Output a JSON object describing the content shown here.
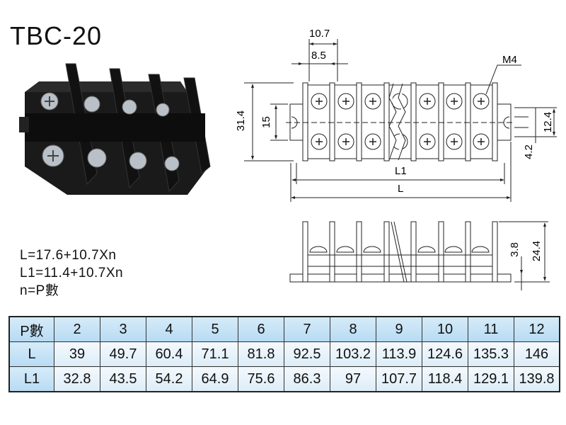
{
  "title": "TBC-20",
  "formulas": [
    "L=17.6+10.7Xn",
    "L1=11.4+10.7Xn",
    "n=P數"
  ],
  "drawing_labels": {
    "pitch": "10.7",
    "barrier_gap": "8.5",
    "screw": "M4",
    "height": "31.4",
    "mount_spacing": "15",
    "slot": "12.4",
    "slot_width": "4.2",
    "L1": "L1",
    "L": "L",
    "side_height": "24.4",
    "base_thickness": "3.8"
  },
  "table": {
    "header": [
      "P數",
      "2",
      "3",
      "4",
      "5",
      "6",
      "7",
      "8",
      "9",
      "10",
      "11",
      "12"
    ],
    "rows": [
      [
        "L",
        "39",
        "49.7",
        "60.4",
        "71.1",
        "81.8",
        "92.5",
        "103.2",
        "113.9",
        "124.6",
        "135.3",
        "146"
      ],
      [
        "L1",
        "32.8",
        "43.5",
        "54.2",
        "64.9",
        "75.6",
        "86.3",
        "97",
        "107.7",
        "118.4",
        "129.1",
        "139.8"
      ]
    ]
  }
}
